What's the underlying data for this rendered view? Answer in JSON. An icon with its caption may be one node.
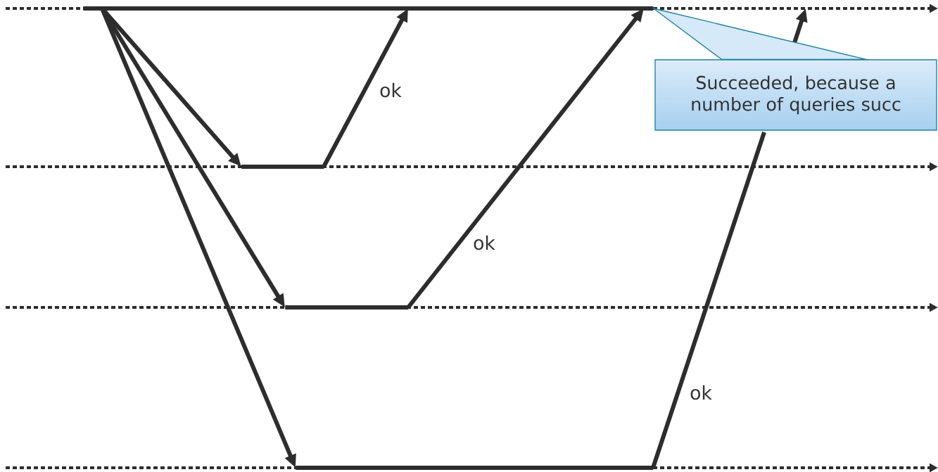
{
  "diagram": {
    "nodes": [
      {
        "text": [],
        "shape": "bar"
      },
      {
        "text": [],
        "shape": "bar"
      },
      {
        "text": [],
        "shape": "bar"
      },
      {
        "text": [],
        "shape": "bar"
      },
      {
        "text": [
          "Succeeded, because a number of queries succ"
        ]
      }
    ],
    "edges": [
      {
        "from": 0,
        "to": 1,
        "arrow": "to"
      },
      {
        "from": 1,
        "to": 0,
        "arrow": "to",
        "label": "ok"
      },
      {
        "from": 0,
        "to": 2,
        "arrow": "to"
      },
      {
        "from": 2,
        "to": 0,
        "arrow": "to",
        "label": "ok"
      },
      {
        "from": 0,
        "to": 3,
        "arrow": "to"
      },
      {
        "from": 3,
        "to": null,
        "arrow": "to",
        "label": "ok"
      },
      {
        "from": 4,
        "to": 0,
        "arrow": "none"
      }
    ]
  }
}
